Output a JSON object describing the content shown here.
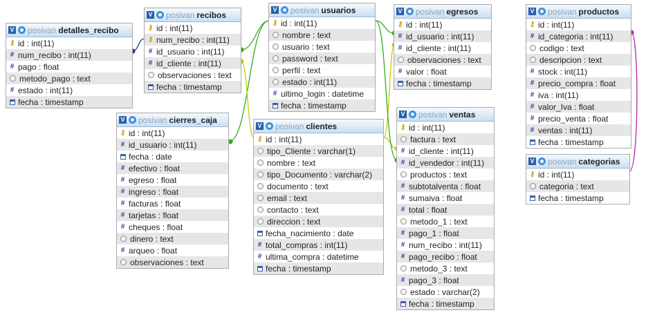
{
  "tables": [
    {
      "id": "detalles_recibo",
      "db": "posivan",
      "name": "detalles_recibo",
      "cols": [
        {
          "t": "key",
          "label": "id : int(11)"
        },
        {
          "t": "num",
          "label": "num_recibo : int(11)"
        },
        {
          "t": "num",
          "label": "pago : float"
        },
        {
          "t": "txt",
          "label": "metodo_pago : text"
        },
        {
          "t": "num",
          "label": "estado : int(11)"
        },
        {
          "t": "date",
          "label": "fecha : timestamp"
        }
      ]
    },
    {
      "id": "recibos",
      "db": "posivan",
      "name": "recibos",
      "cols": [
        {
          "t": "key",
          "label": "id : int(11)"
        },
        {
          "t": "key",
          "label": "num_recibo : int(11)"
        },
        {
          "t": "num",
          "label": "id_usuario : int(11)"
        },
        {
          "t": "num",
          "label": "id_cliente : int(11)"
        },
        {
          "t": "txt",
          "label": "observaciones : text"
        },
        {
          "t": "date",
          "label": "fecha : timestamp"
        }
      ]
    },
    {
      "id": "usuarios",
      "db": "posivan",
      "name": "usuarios",
      "cols": [
        {
          "t": "key",
          "label": "id : int(11)"
        },
        {
          "t": "txt",
          "label": "nombre : text"
        },
        {
          "t": "txt",
          "label": "usuario : text"
        },
        {
          "t": "txt",
          "label": "password : text"
        },
        {
          "t": "txt",
          "label": "perfil : text"
        },
        {
          "t": "txt",
          "label": "estado : int(11)"
        },
        {
          "t": "num",
          "label": "ultimo_login : datetime"
        },
        {
          "t": "date",
          "label": "fecha : timestamp"
        }
      ]
    },
    {
      "id": "egresos",
      "db": "posivan",
      "name": "egresos",
      "cols": [
        {
          "t": "key",
          "label": "id : int(11)"
        },
        {
          "t": "num",
          "label": "id_usuario : int(11)"
        },
        {
          "t": "num",
          "label": "id_cliente : int(11)"
        },
        {
          "t": "txt",
          "label": "observaciones : text"
        },
        {
          "t": "num",
          "label": "valor : float"
        },
        {
          "t": "date",
          "label": "fecha : timestamp"
        }
      ]
    },
    {
      "id": "productos",
      "db": "posivan",
      "name": "productos",
      "cols": [
        {
          "t": "key",
          "label": "id : int(11)"
        },
        {
          "t": "num",
          "label": "id_categoria : int(11)"
        },
        {
          "t": "txt",
          "label": "codigo : text"
        },
        {
          "t": "txt",
          "label": "descripcion : text"
        },
        {
          "t": "num",
          "label": "stock : int(11)"
        },
        {
          "t": "num",
          "label": "precio_compra : float"
        },
        {
          "t": "num",
          "label": "iva : int(11)"
        },
        {
          "t": "num",
          "label": "valor_Iva : float"
        },
        {
          "t": "num",
          "label": "precio_venta : float"
        },
        {
          "t": "num",
          "label": "ventas : int(11)"
        },
        {
          "t": "date",
          "label": "fecha : timestamp"
        }
      ]
    },
    {
      "id": "cierres_caja",
      "db": "posivan",
      "name": "cierres_caja",
      "cols": [
        {
          "t": "key",
          "label": "id : int(11)"
        },
        {
          "t": "num",
          "label": "id_usuario : int(11)"
        },
        {
          "t": "date",
          "label": "fecha : date"
        },
        {
          "t": "num",
          "label": "efectivo : float"
        },
        {
          "t": "num",
          "label": "egreso : float"
        },
        {
          "t": "num",
          "label": "ingreso : float"
        },
        {
          "t": "num",
          "label": "facturas : float"
        },
        {
          "t": "num",
          "label": "tarjetas : float"
        },
        {
          "t": "num",
          "label": "cheques : float"
        },
        {
          "t": "txt",
          "label": "dinero : text"
        },
        {
          "t": "num",
          "label": "arqueo : float"
        },
        {
          "t": "txt",
          "label": "observaciones : text"
        }
      ]
    },
    {
      "id": "clientes",
      "db": "posivan",
      "name": "clientes",
      "cols": [
        {
          "t": "key",
          "label": "id : int(11)"
        },
        {
          "t": "txt",
          "label": "tipo_Cliente : varchar(1)"
        },
        {
          "t": "txt",
          "label": "nombre : text"
        },
        {
          "t": "txt",
          "label": "tipo_Documento : varchar(2)"
        },
        {
          "t": "txt",
          "label": "documento : text"
        },
        {
          "t": "txt",
          "label": "email : text"
        },
        {
          "t": "txt",
          "label": "contacto : text"
        },
        {
          "t": "txt",
          "label": "direccion : text"
        },
        {
          "t": "date",
          "label": "fecha_nacimiento : date"
        },
        {
          "t": "num",
          "label": "total_compras : int(11)"
        },
        {
          "t": "num",
          "label": "ultima_compra : datetime"
        },
        {
          "t": "date",
          "label": "fecha : timestamp"
        }
      ]
    },
    {
      "id": "ventas",
      "db": "posivan",
      "name": "ventas",
      "cols": [
        {
          "t": "key",
          "label": "id : int(11)"
        },
        {
          "t": "txt",
          "label": "factura : text"
        },
        {
          "t": "num",
          "label": "id_cliente : int(11)"
        },
        {
          "t": "num",
          "label": "id_vendedor : int(11)"
        },
        {
          "t": "txt",
          "label": "productos : text"
        },
        {
          "t": "num",
          "label": "subtotalventa : float"
        },
        {
          "t": "num",
          "label": "sumaiva : float"
        },
        {
          "t": "num",
          "label": "total : float"
        },
        {
          "t": "txt",
          "label": "metodo_1 : text"
        },
        {
          "t": "num",
          "label": "pago_1 : float"
        },
        {
          "t": "num",
          "label": "num_recibo : int(11)"
        },
        {
          "t": "num",
          "label": "pago_recibo : float"
        },
        {
          "t": "txt",
          "label": "metodo_3 : text"
        },
        {
          "t": "num",
          "label": "pago_3 : float"
        },
        {
          "t": "txt",
          "label": "estado : varchar(2)"
        },
        {
          "t": "date",
          "label": "fecha : timestamp"
        }
      ]
    },
    {
      "id": "categorias",
      "db": "posivan",
      "name": "categorias",
      "cols": [
        {
          "t": "key",
          "label": "id : int(11)"
        },
        {
          "t": "txt",
          "label": "categoria : text"
        },
        {
          "t": "date",
          "label": "fecha : timestamp"
        }
      ]
    }
  ],
  "relations": [
    {
      "from": "detalles_recibo.num_recibo",
      "to": "recibos.num_recibo",
      "color": "#2233aa"
    },
    {
      "from": "recibos.id_usuario",
      "to": "usuarios.id",
      "color": "#33aa22"
    },
    {
      "from": "recibos.id_cliente",
      "to": "clientes.id",
      "color": "#c8c800"
    },
    {
      "from": "cierres_caja.id_usuario",
      "to": "usuarios.id",
      "color": "#33aa22"
    },
    {
      "from": "egresos.id_usuario",
      "to": "usuarios.id",
      "color": "#33aa22"
    },
    {
      "from": "egresos.id_cliente",
      "to": "clientes.id",
      "color": "#c8c800"
    },
    {
      "from": "ventas.id_cliente",
      "to": "clientes.id",
      "color": "#c8c800"
    },
    {
      "from": "ventas.id_vendedor",
      "to": "usuarios.id",
      "color": "#33aa22"
    },
    {
      "from": "productos.id_categoria",
      "to": "categorias.id",
      "color": "#bb22aa"
    }
  ]
}
